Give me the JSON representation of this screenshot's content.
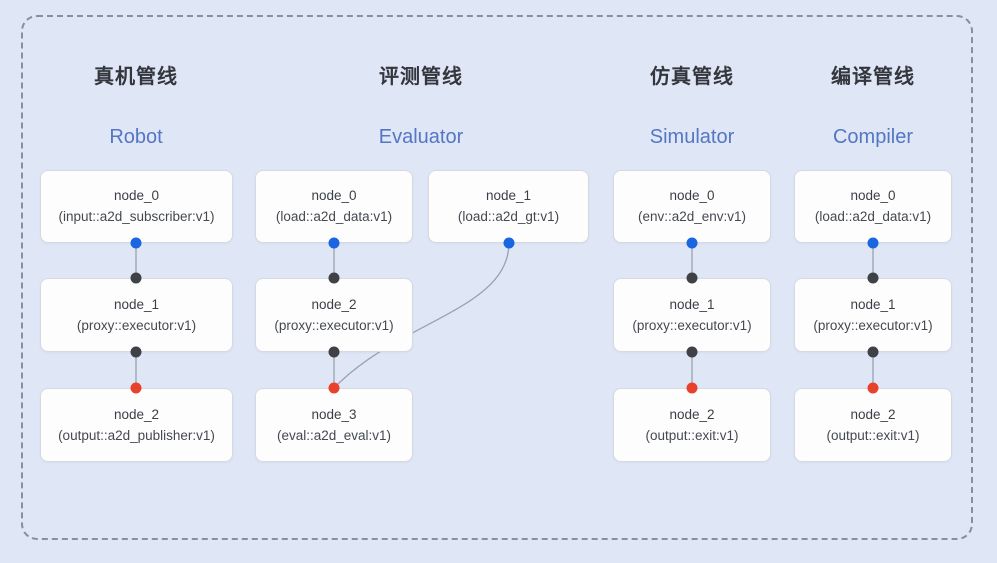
{
  "pipelines": [
    {
      "title_zh": "真机管线",
      "title_en": "Robot",
      "nodes": [
        {
          "title": "node_0",
          "subtitle": "(input::a2d_subscriber:v1)"
        },
        {
          "title": "node_1",
          "subtitle": "(proxy::executor:v1)"
        },
        {
          "title": "node_2",
          "subtitle": "(output::a2d_publisher:v1)"
        }
      ]
    },
    {
      "title_zh": "评测管线",
      "title_en": "Evaluator",
      "nodes": [
        {
          "title": "node_0",
          "subtitle": "(load::a2d_data:v1)"
        },
        {
          "title": "node_1",
          "subtitle": "(load::a2d_gt:v1)"
        },
        {
          "title": "node_2",
          "subtitle": "(proxy::executor:v1)"
        },
        {
          "title": "node_3",
          "subtitle": "(eval::a2d_eval:v1)"
        }
      ]
    },
    {
      "title_zh": "仿真管线",
      "title_en": "Simulator",
      "nodes": [
        {
          "title": "node_0",
          "subtitle": "(env::a2d_env:v1)"
        },
        {
          "title": "node_1",
          "subtitle": "(proxy::executor:v1)"
        },
        {
          "title": "node_2",
          "subtitle": "(output::exit:v1)"
        }
      ]
    },
    {
      "title_zh": "编译管线",
      "title_en": "Compiler",
      "nodes": [
        {
          "title": "node_0",
          "subtitle": "(load::a2d_data:v1)"
        },
        {
          "title": "node_1",
          "subtitle": "(proxy::executor:v1)"
        },
        {
          "title": "node_2",
          "subtitle": "(output::exit:v1)"
        }
      ]
    }
  ],
  "colors": {
    "background": "#dfe6f6",
    "frame_dash": "#8a909a",
    "node_background": "#fdfdfe",
    "node_border": "#d6d9e0",
    "edge": "#9aa2af",
    "source_port": "#1a66e0",
    "intermediate_port": "#3f4146",
    "sink_port": "#e9422c",
    "title_zh": "#33373d",
    "title_en": "#5476c4"
  }
}
